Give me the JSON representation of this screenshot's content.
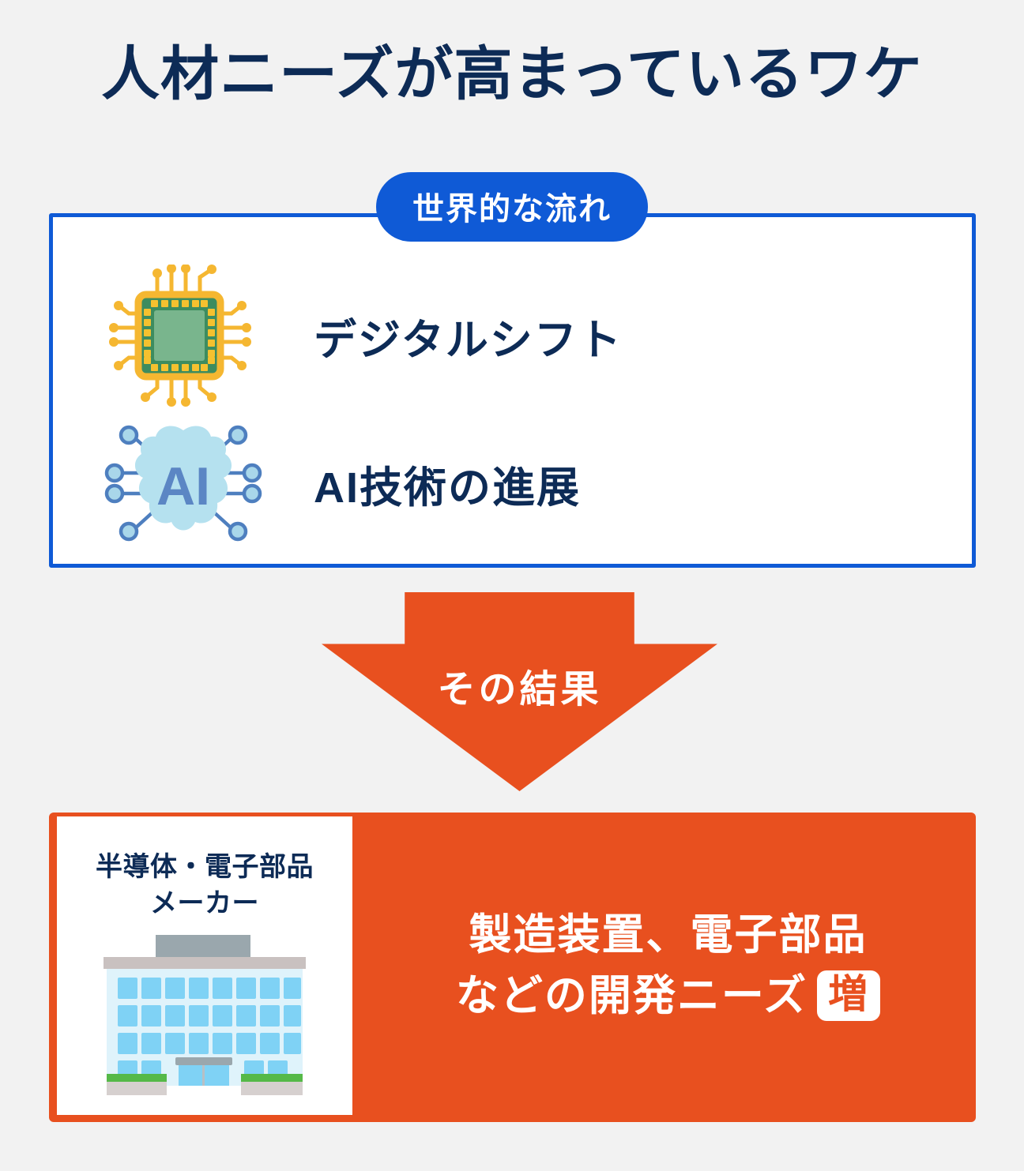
{
  "page": {
    "title": "人材ニーズが高まっているワケ",
    "background_color": "#f2f2f2",
    "navy": "#0d2b56",
    "blue": "#0f5ad6",
    "orange": "#e8501f"
  },
  "trend_section": {
    "badge_label": "世界的な流れ",
    "items": [
      {
        "icon": "cpu-chip-icon",
        "label": "デジタルシフト"
      },
      {
        "icon": "ai-brain-icon",
        "label": "AI技術の進展"
      }
    ]
  },
  "arrow": {
    "label": "その結果",
    "direction": "down",
    "color": "#e8501f"
  },
  "result_section": {
    "maker_card": {
      "line1": "半導体・電子部品",
      "line2": "メーカー",
      "icon": "office-building-icon"
    },
    "result_line1": "製造装置、電子部品",
    "result_line2": "などの開発ニーズ",
    "badge": "増"
  }
}
